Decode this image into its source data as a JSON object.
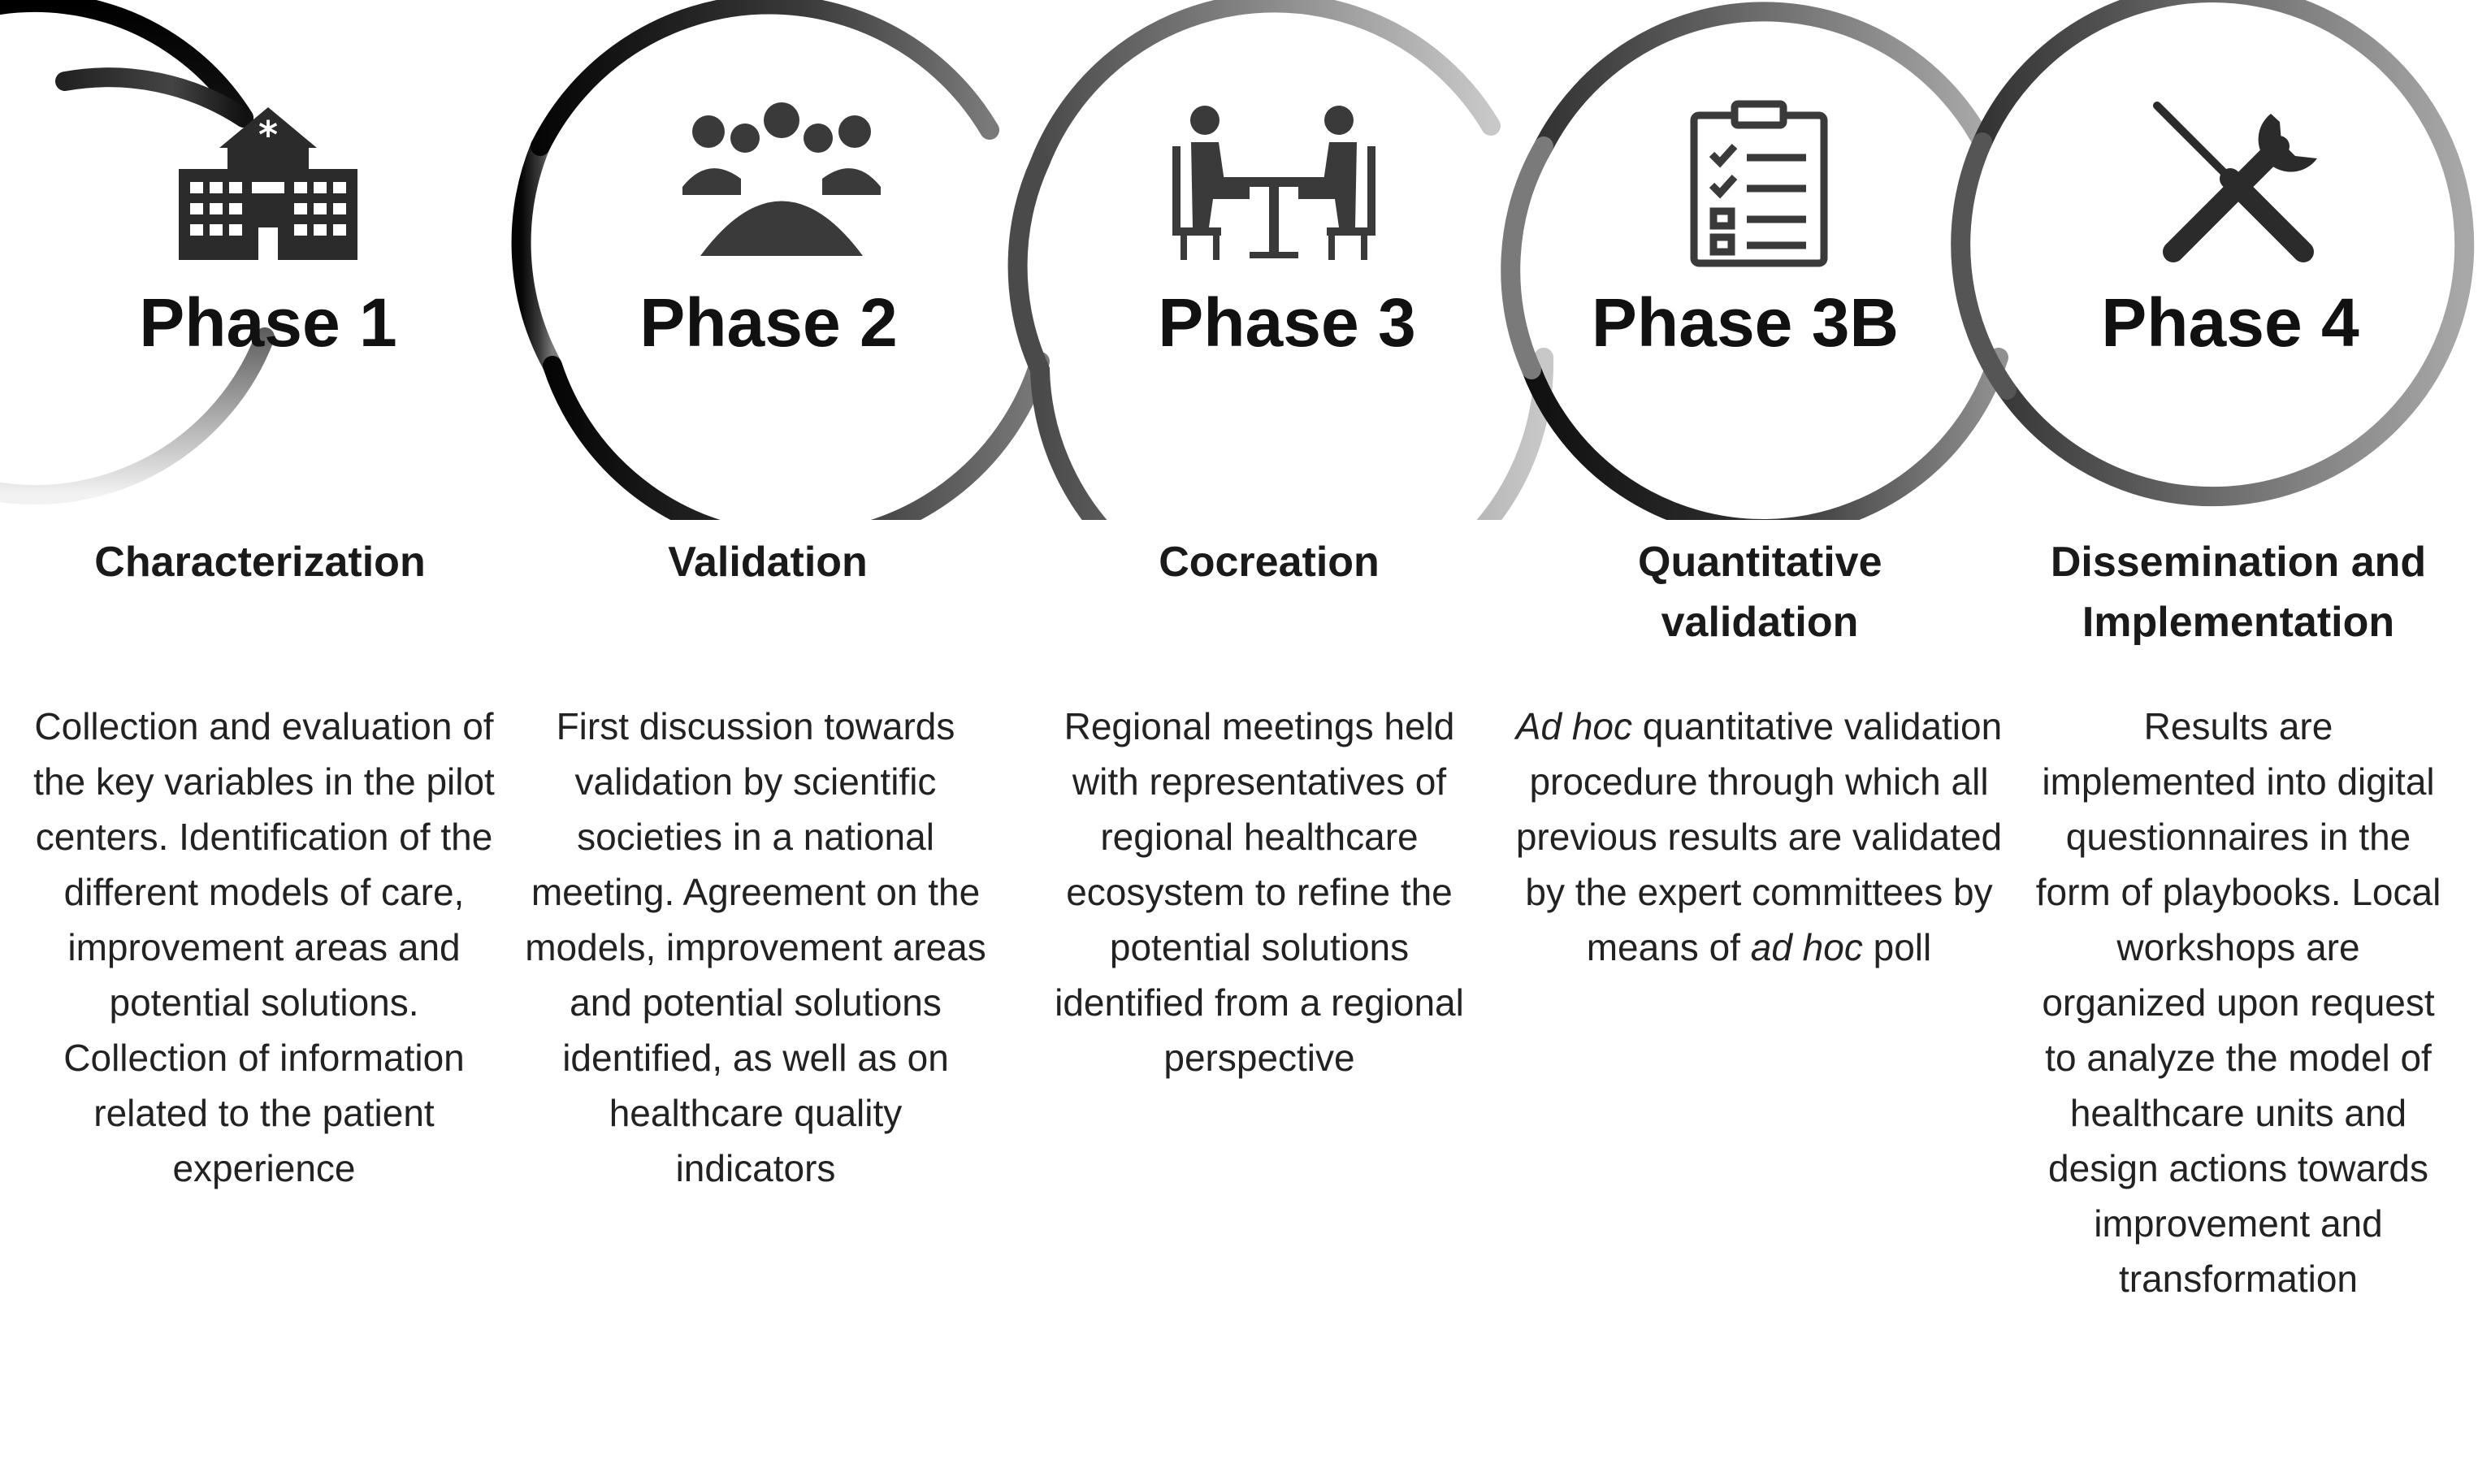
{
  "phases": [
    {
      "icon": "hospital-icon",
      "title": "Phase 1",
      "subtitle": "Characterization",
      "description": "Collection and evaluation of the key variables in the pilot centers. Identification of the different models of care, improvement areas and potential solutions. Collection of information related to the patient experience"
    },
    {
      "icon": "meeting-table-icon",
      "title": "Phase 2",
      "subtitle": "Validation",
      "description": "First discussion towards validation by scientific societies in a national meeting. Agreement on the models, improvement areas and potential solutions identified, as well as on healthcare quality indicators"
    },
    {
      "icon": "people-at-table-icon",
      "title": "Phase 3",
      "subtitle": "Cocreation",
      "description": "Regional meetings held with representatives of regional healthcare ecosystem to refine the potential solutions identified from a regional perspective"
    },
    {
      "icon": "clipboard-checklist-icon",
      "title": "Phase 3B",
      "subtitle": "Quantitative validation",
      "description_parts": [
        {
          "text": "Ad hoc",
          "italic": true
        },
        {
          "text": " quantitative validation procedure through which all previous results are validated by the expert committees by means of ",
          "italic": false
        },
        {
          "text": "ad hoc",
          "italic": true
        },
        {
          "text": " poll",
          "italic": false
        }
      ]
    },
    {
      "icon": "tools-icon",
      "title": "Phase 4",
      "subtitle": "Dissemination and Implementation",
      "description": "Results are implemented into digital questionnaires in the form of playbooks. Local workshops are organized upon request to analyze the model of healthcare units and design actions towards improvement and transformation"
    }
  ]
}
